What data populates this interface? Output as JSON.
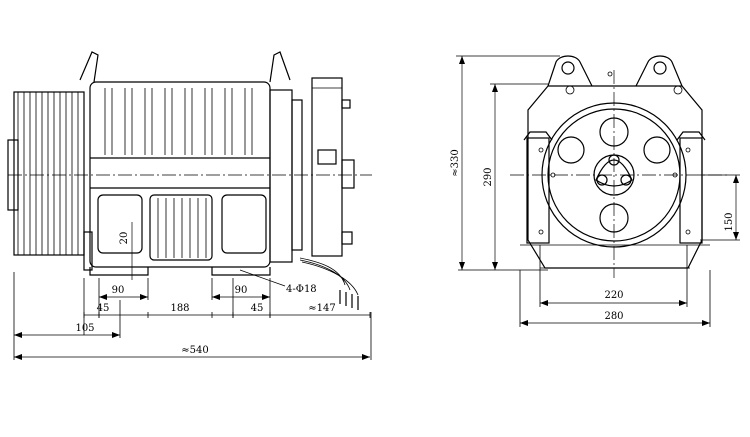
{
  "side_view": {
    "dims": {
      "d_45_left": "45",
      "d_90_left": "90",
      "d_188": "188",
      "d_90_right": "90",
      "d_45_right": "45",
      "d_147": "≈147",
      "d_105": "105",
      "d_540": "≈540",
      "d_20": "20",
      "hole_note": "4-Φ18"
    }
  },
  "front_view": {
    "dims": {
      "d_330": "≈330",
      "d_290": "290",
      "d_150": "150",
      "d_220": "220",
      "d_280": "280"
    }
  }
}
